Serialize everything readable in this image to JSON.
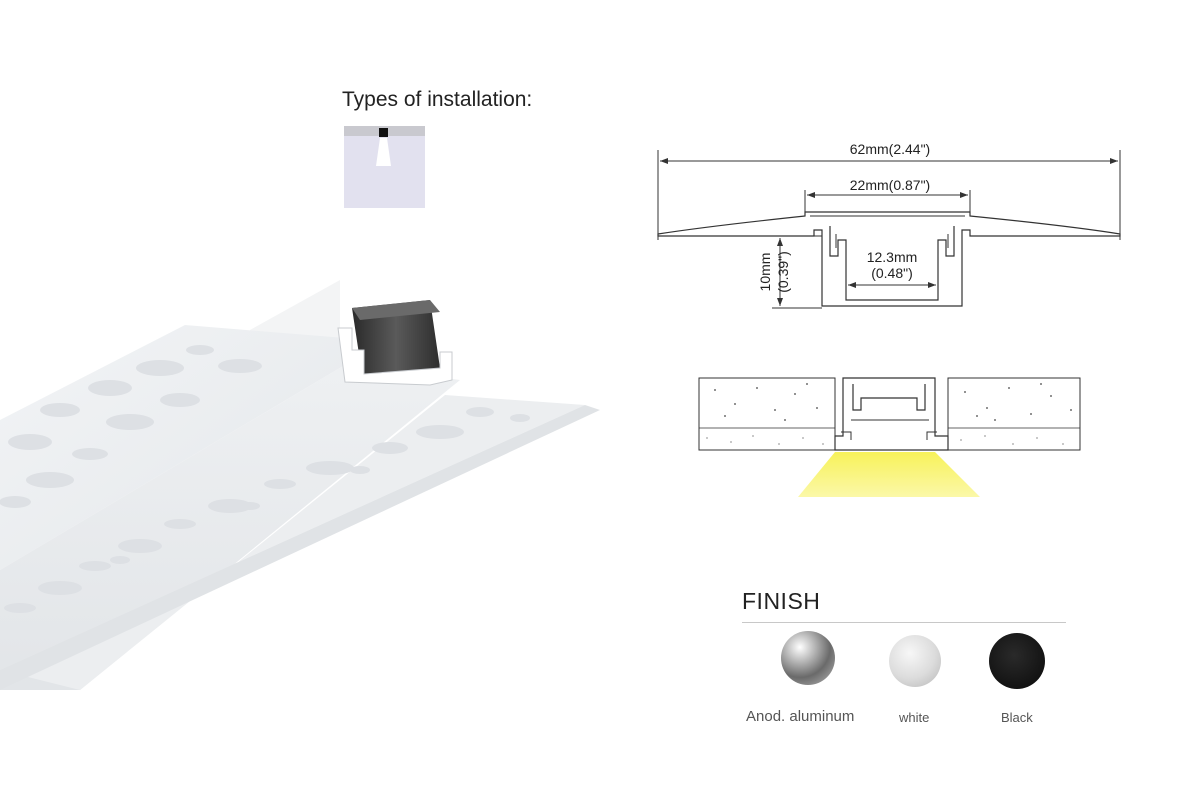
{
  "installation": {
    "title": "Types of installation:"
  },
  "dimensions": {
    "overall_width": "62mm(2.44\")",
    "channel_width": "22mm(0.87\")",
    "inner_width_mm": "12.3mm",
    "inner_width_in": "(0.48\")",
    "height_mm": "10mm",
    "height_in": "(0.39\")"
  },
  "finish": {
    "heading": "FINISH",
    "options": [
      {
        "label": "Anod. aluminum",
        "color": "#8a8a8a"
      },
      {
        "label": "white",
        "color": "#e2e2e2"
      },
      {
        "label": "Black",
        "color": "#1a1a1a"
      }
    ]
  },
  "colors": {
    "light_beam": "#f7f25a",
    "line": "#333333",
    "profile_body": "#eef0f2",
    "diffuser": "#3a3a3a"
  }
}
